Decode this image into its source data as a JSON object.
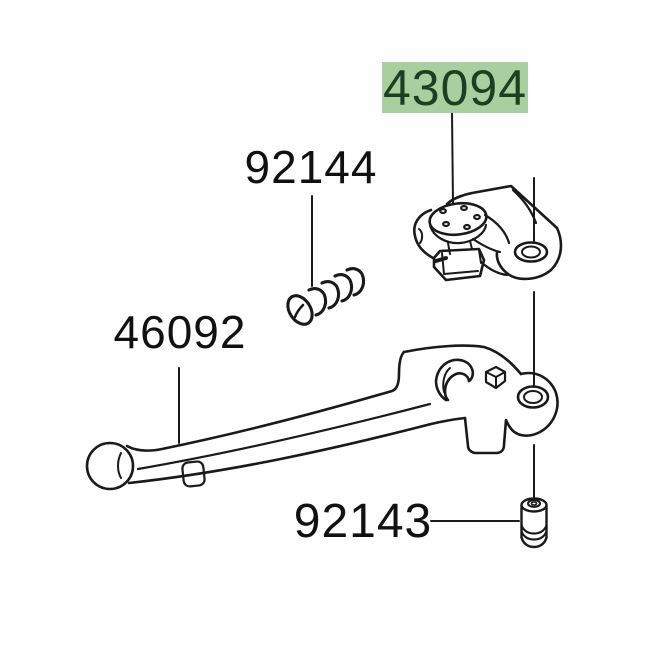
{
  "parts": [
    {
      "number": "43094",
      "highlighted": true
    },
    {
      "number": "92144",
      "highlighted": false
    },
    {
      "number": "46092",
      "highlighted": false
    },
    {
      "number": "92143",
      "highlighted": false
    }
  ],
  "colors": {
    "background": "#ffffff",
    "line": "#1a1a1a",
    "label_text": "#111111",
    "highlight_bg": "#a9cfa1",
    "highlight_text": "#1d3f1d"
  }
}
